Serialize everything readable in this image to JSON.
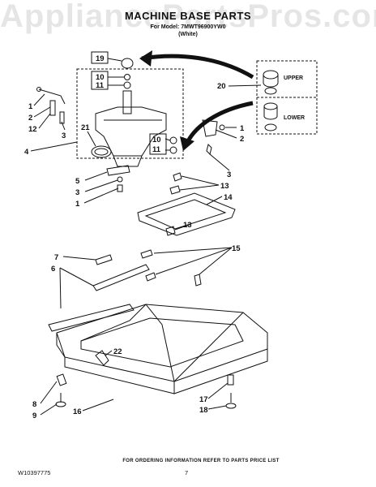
{
  "watermark": "AppliancePartsPros.com",
  "title": "MACHINE BASE PARTS",
  "subtitle_line1": "For Model: 7MWT96900YW0",
  "subtitle_line2": "(White)",
  "tags": {
    "upper": "UPPER",
    "lower": "LOWER"
  },
  "callouts": [
    "19",
    "10",
    "11",
    "1",
    "2",
    "12",
    "3",
    "21",
    "4",
    "10",
    "11",
    "1",
    "2",
    "3",
    "20",
    "5",
    "3",
    "1",
    "13",
    "14",
    "13",
    "15",
    "7",
    "6",
    "22",
    "8",
    "9",
    "16",
    "17",
    "18"
  ],
  "footer_note": "FOR ORDERING INFORMATION REFER TO PARTS PRICE LIST",
  "doc_number": "W10397775",
  "page_number": "7"
}
